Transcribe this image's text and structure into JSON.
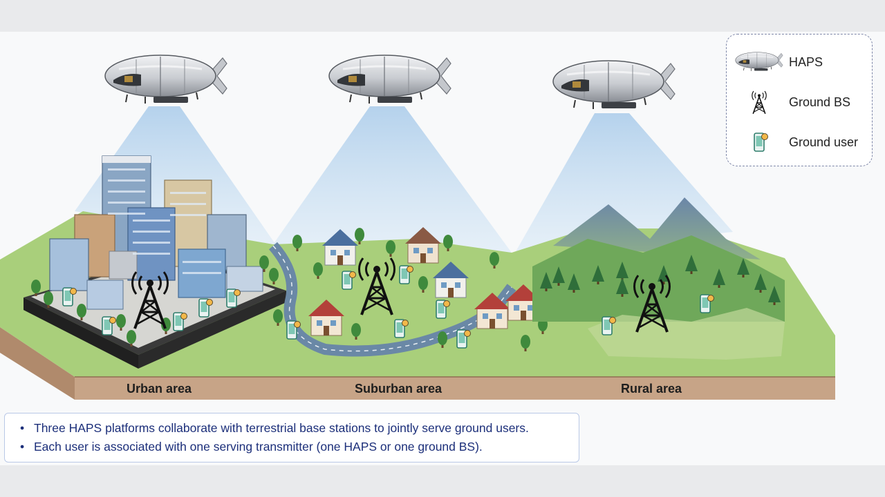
{
  "legend": {
    "items": [
      {
        "icon": "haps-airship-icon",
        "label": "HAPS"
      },
      {
        "icon": "ground-bs-tower-icon",
        "label": "Ground BS"
      },
      {
        "icon": "ground-user-phone-icon",
        "label": "Ground user"
      }
    ]
  },
  "areas": [
    {
      "label": "Urban area"
    },
    {
      "label": "Suburban area"
    },
    {
      "label": "Rural area"
    }
  ],
  "notes": [
    "Three HAPS platforms collaborate with terrestrial base stations to jointly serve ground users.",
    "Each user is associated with one serving transmitter (one HAPS or one ground BS)."
  ],
  "colors": {
    "beam": "#bcd6ee",
    "ground": "#a8cf7a",
    "soil": "#c7a487",
    "road": "#6a88a6",
    "notes_text": "#1c2f7a",
    "legend_border": "#7d86a8"
  }
}
